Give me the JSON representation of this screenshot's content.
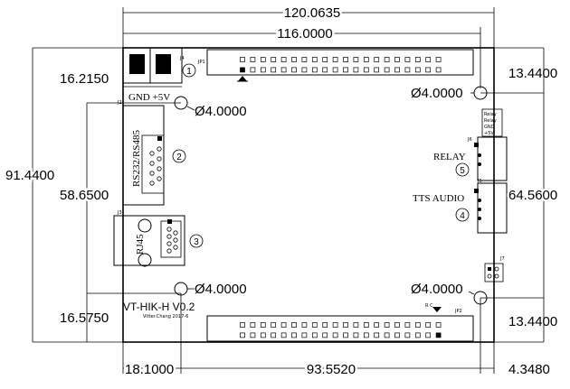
{
  "dimensions": {
    "top_overall": "120.0635",
    "top_inner": "116.0000",
    "left_outer": "91.4400",
    "left_inner": "58.6500",
    "left_top": "16.2150",
    "left_bottom": "16.5750",
    "right_top": "13.4400",
    "right_mid": "64.5600",
    "right_bottom": "13.4400",
    "bottom_left": "18.1000",
    "bottom_mid": "93.5520",
    "bottom_right": "4.3480"
  },
  "holes": {
    "top_left": "Ø4.0000",
    "top_right": "Ø4.0000",
    "bottom_left": "Ø4.0000",
    "bottom_right": "Ø4.0000"
  },
  "labels": {
    "gnd_5v": "GND  +5V",
    "rs232": "RS232/RS485",
    "rj45": "RJ45",
    "relay": "RELAY",
    "tts_audio": "TTS AUDIO",
    "board_name": "VT-HIK-H  V0.2",
    "author": "Vitter.Chang  2017-6",
    "rc": "R  C",
    "relay_box": [
      "Relay",
      "Relay",
      "GND",
      "+5V"
    ]
  },
  "markers": {
    "m1": "1",
    "m2": "2",
    "m3": "3",
    "m4": "4",
    "m5": "5"
  },
  "refdes": {
    "j4": "J4",
    "jp1": "JP1",
    "j2": "J2",
    "j3": "J3",
    "j6": "J6",
    "j5": "J5",
    "j7": "J7",
    "jp2": "JP2"
  }
}
